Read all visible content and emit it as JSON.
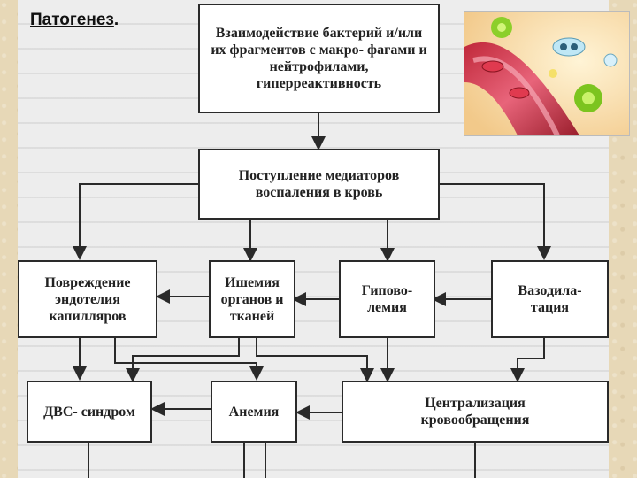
{
  "slide": {
    "title": "Патогенез",
    "title_suffix": "."
  },
  "diagram": {
    "boxes": {
      "interaction": "Взаимодействие бактерий и/или их фрагментов с макро- фагами и нейтрофилами, гиперреактивность",
      "mediators": "Поступление медиаторов воспаления в кровь",
      "endothelium": "Повреждение эндотелия капилляров",
      "ischemia": "Ишемия органов и тканей",
      "hypovolemia": "Гипово- лемия",
      "vasodilation": "Вазодила- тация",
      "dic": "ДВС- синдром",
      "anemia": "Анемия",
      "centralization": "Централизация кровообращения"
    }
  },
  "illustration": {
    "subject": "bacteria-in-blood-vessel"
  }
}
